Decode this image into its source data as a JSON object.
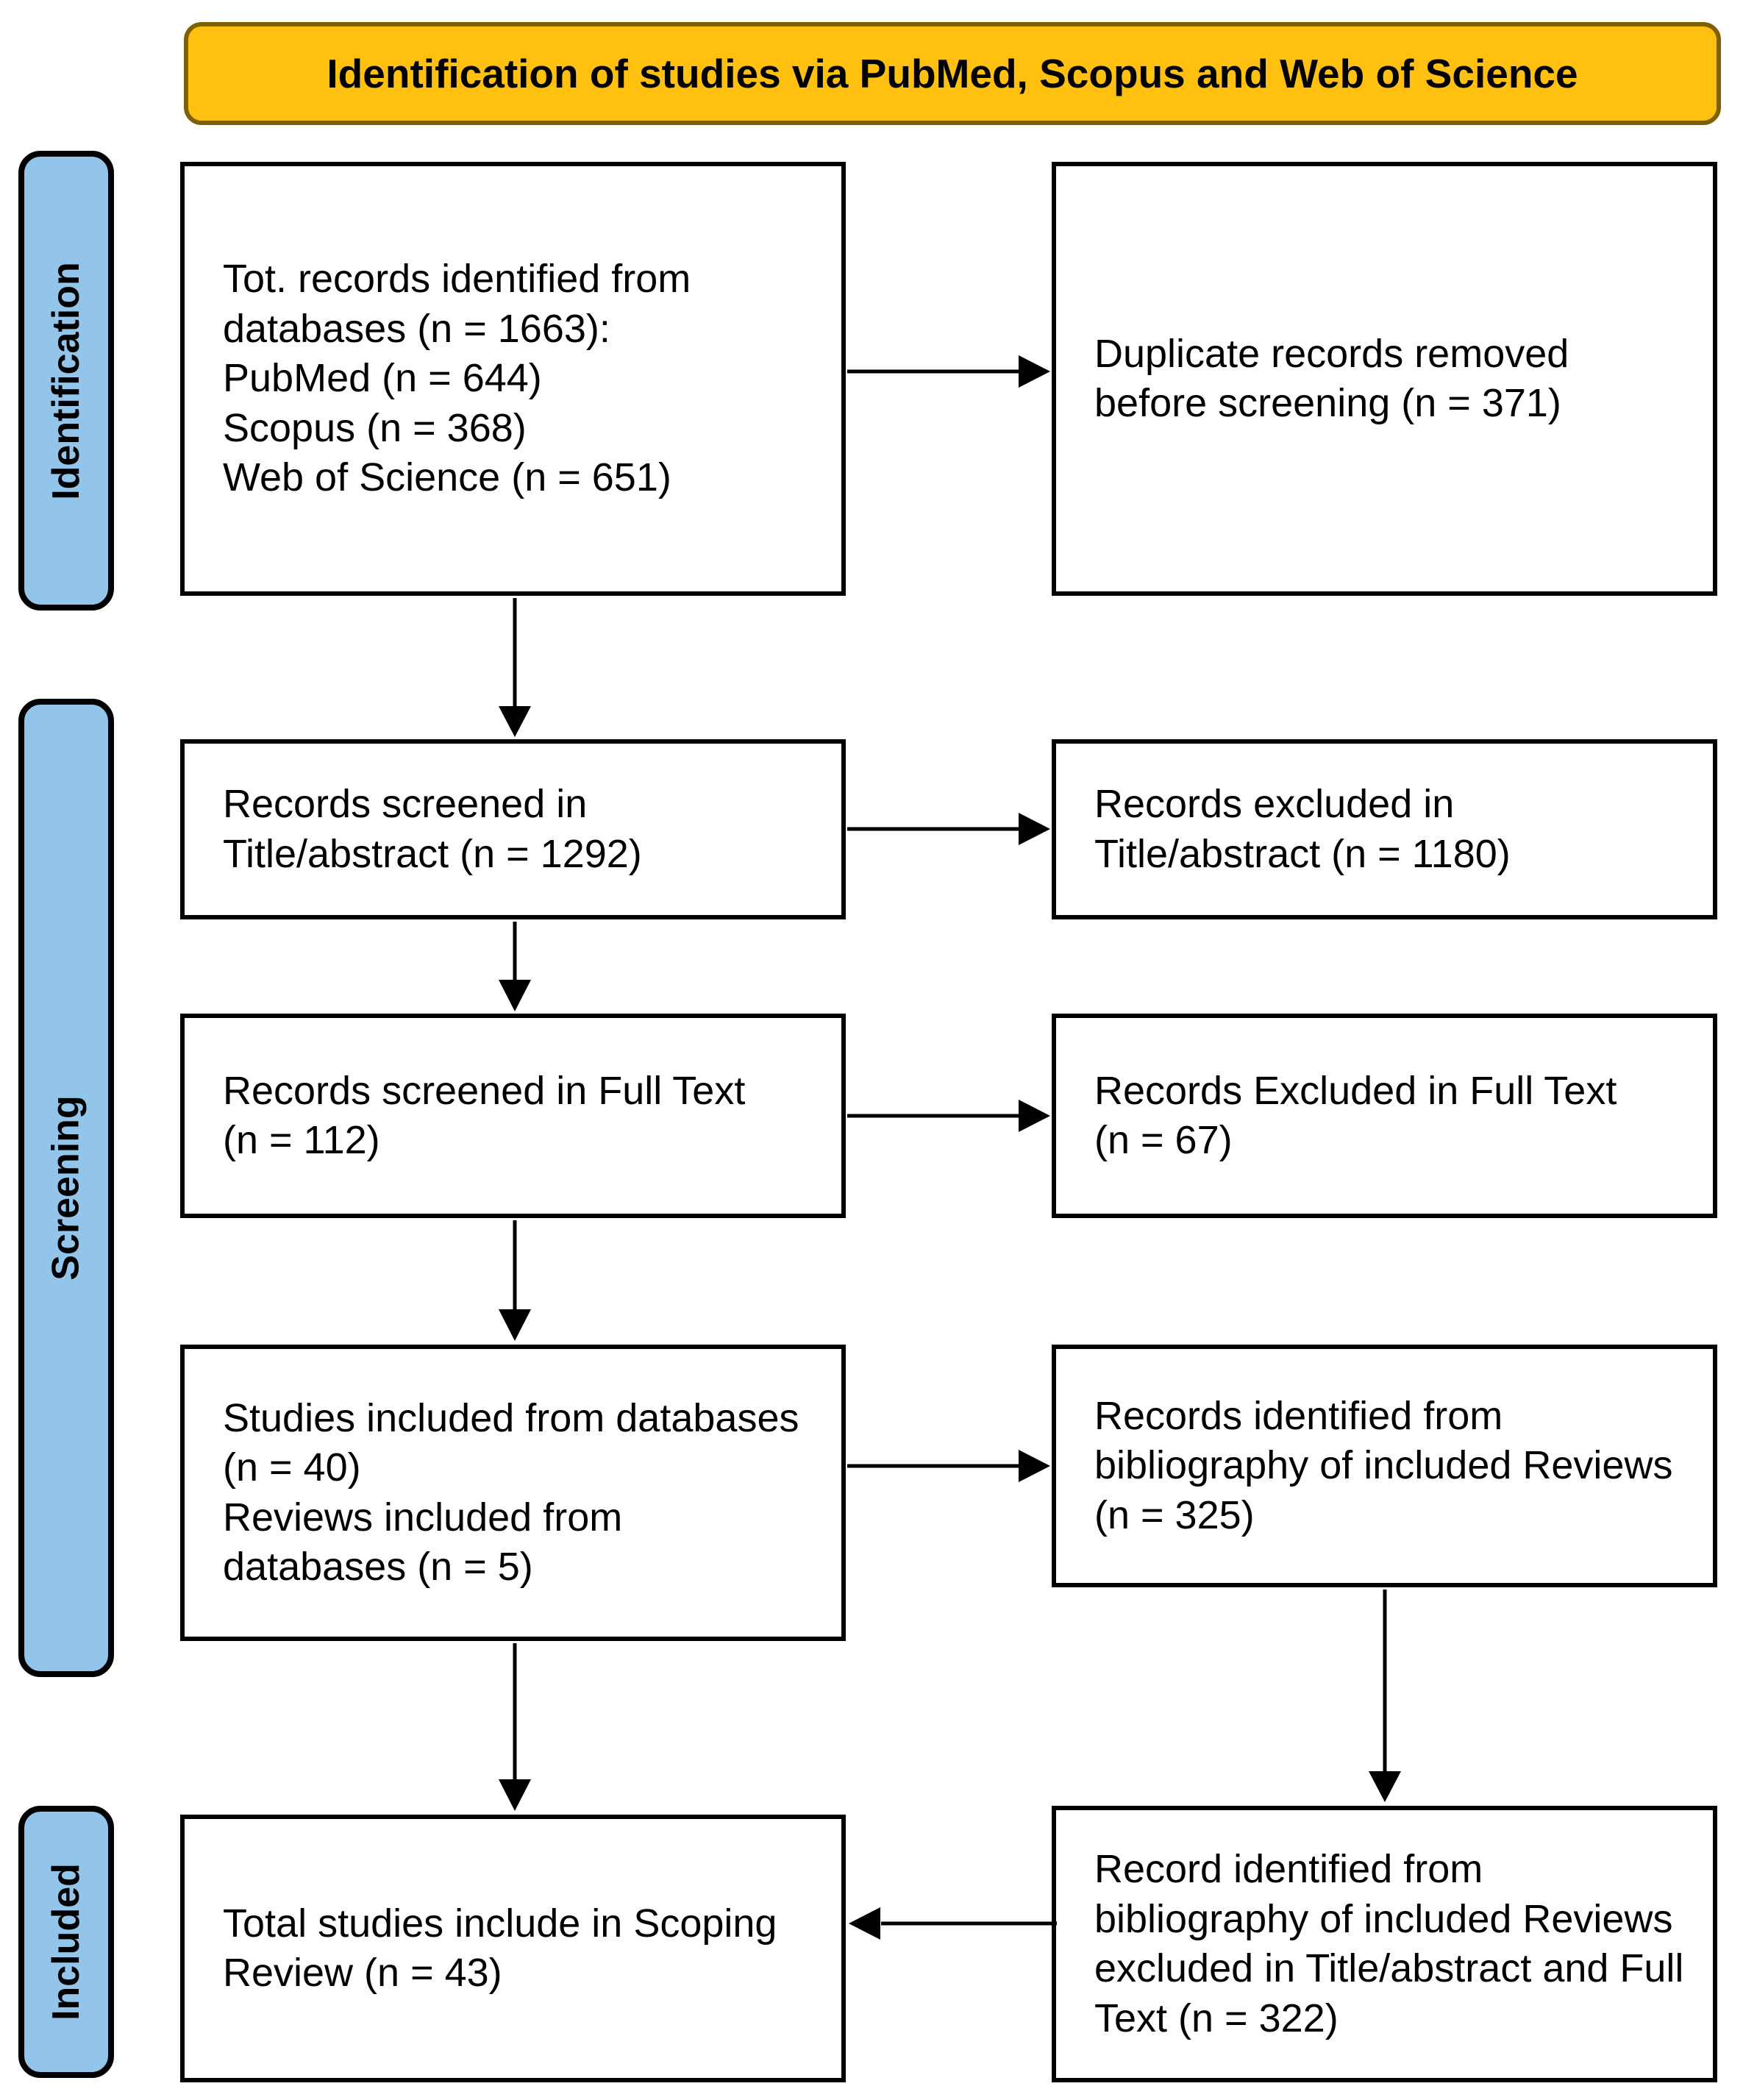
{
  "title_banner": {
    "text": "Identification of studies via PubMed, Scopus and Web of Science"
  },
  "stages": [
    {
      "id": "identification",
      "label": "Identification"
    },
    {
      "id": "screening",
      "label": "Screening"
    },
    {
      "id": "included",
      "label": "Included"
    }
  ],
  "boxes": {
    "records_identified": {
      "text": "Tot. records identified from\ndatabases (n = 1663):\nPubMed (n = 644)\nScopus (n = 368)\nWeb of Science (n = 651)"
    },
    "duplicates_removed": {
      "text": "Duplicate records removed\nbefore screening (n = 371)"
    },
    "screened_title_abstract": {
      "text": "Records screened in\nTitle/abstract (n = 1292)"
    },
    "excluded_title_abstract": {
      "text": "Records excluded in\nTitle/abstract (n = 1180)"
    },
    "screened_full_text": {
      "text": "Records screened in Full Text\n(n = 112)"
    },
    "excluded_full_text": {
      "text": "Records Excluded in Full Text\n(n = 67)"
    },
    "included_from_databases": {
      "text": "Studies included from databases\n(n = 40)\nReviews included from\ndatabases (n = 5)"
    },
    "bibliography_identified": {
      "text": "Records identified from\nbibliography of included Reviews\n(n = 325)"
    },
    "total_included": {
      "text": "Total studies include in Scoping\nReview (n = 43)"
    },
    "bibliography_excluded": {
      "text": "Record identified from\nbibliography of included Reviews\nexcluded in Title/abstract and Full\nText (n = 322)"
    }
  },
  "colors": {
    "banner_fill": "#FFC010",
    "banner_border": "#7F6000",
    "stage_fill": "#92C5E9",
    "stage_border": "#000000",
    "box_border": "#000000",
    "arrow": "#000000"
  }
}
